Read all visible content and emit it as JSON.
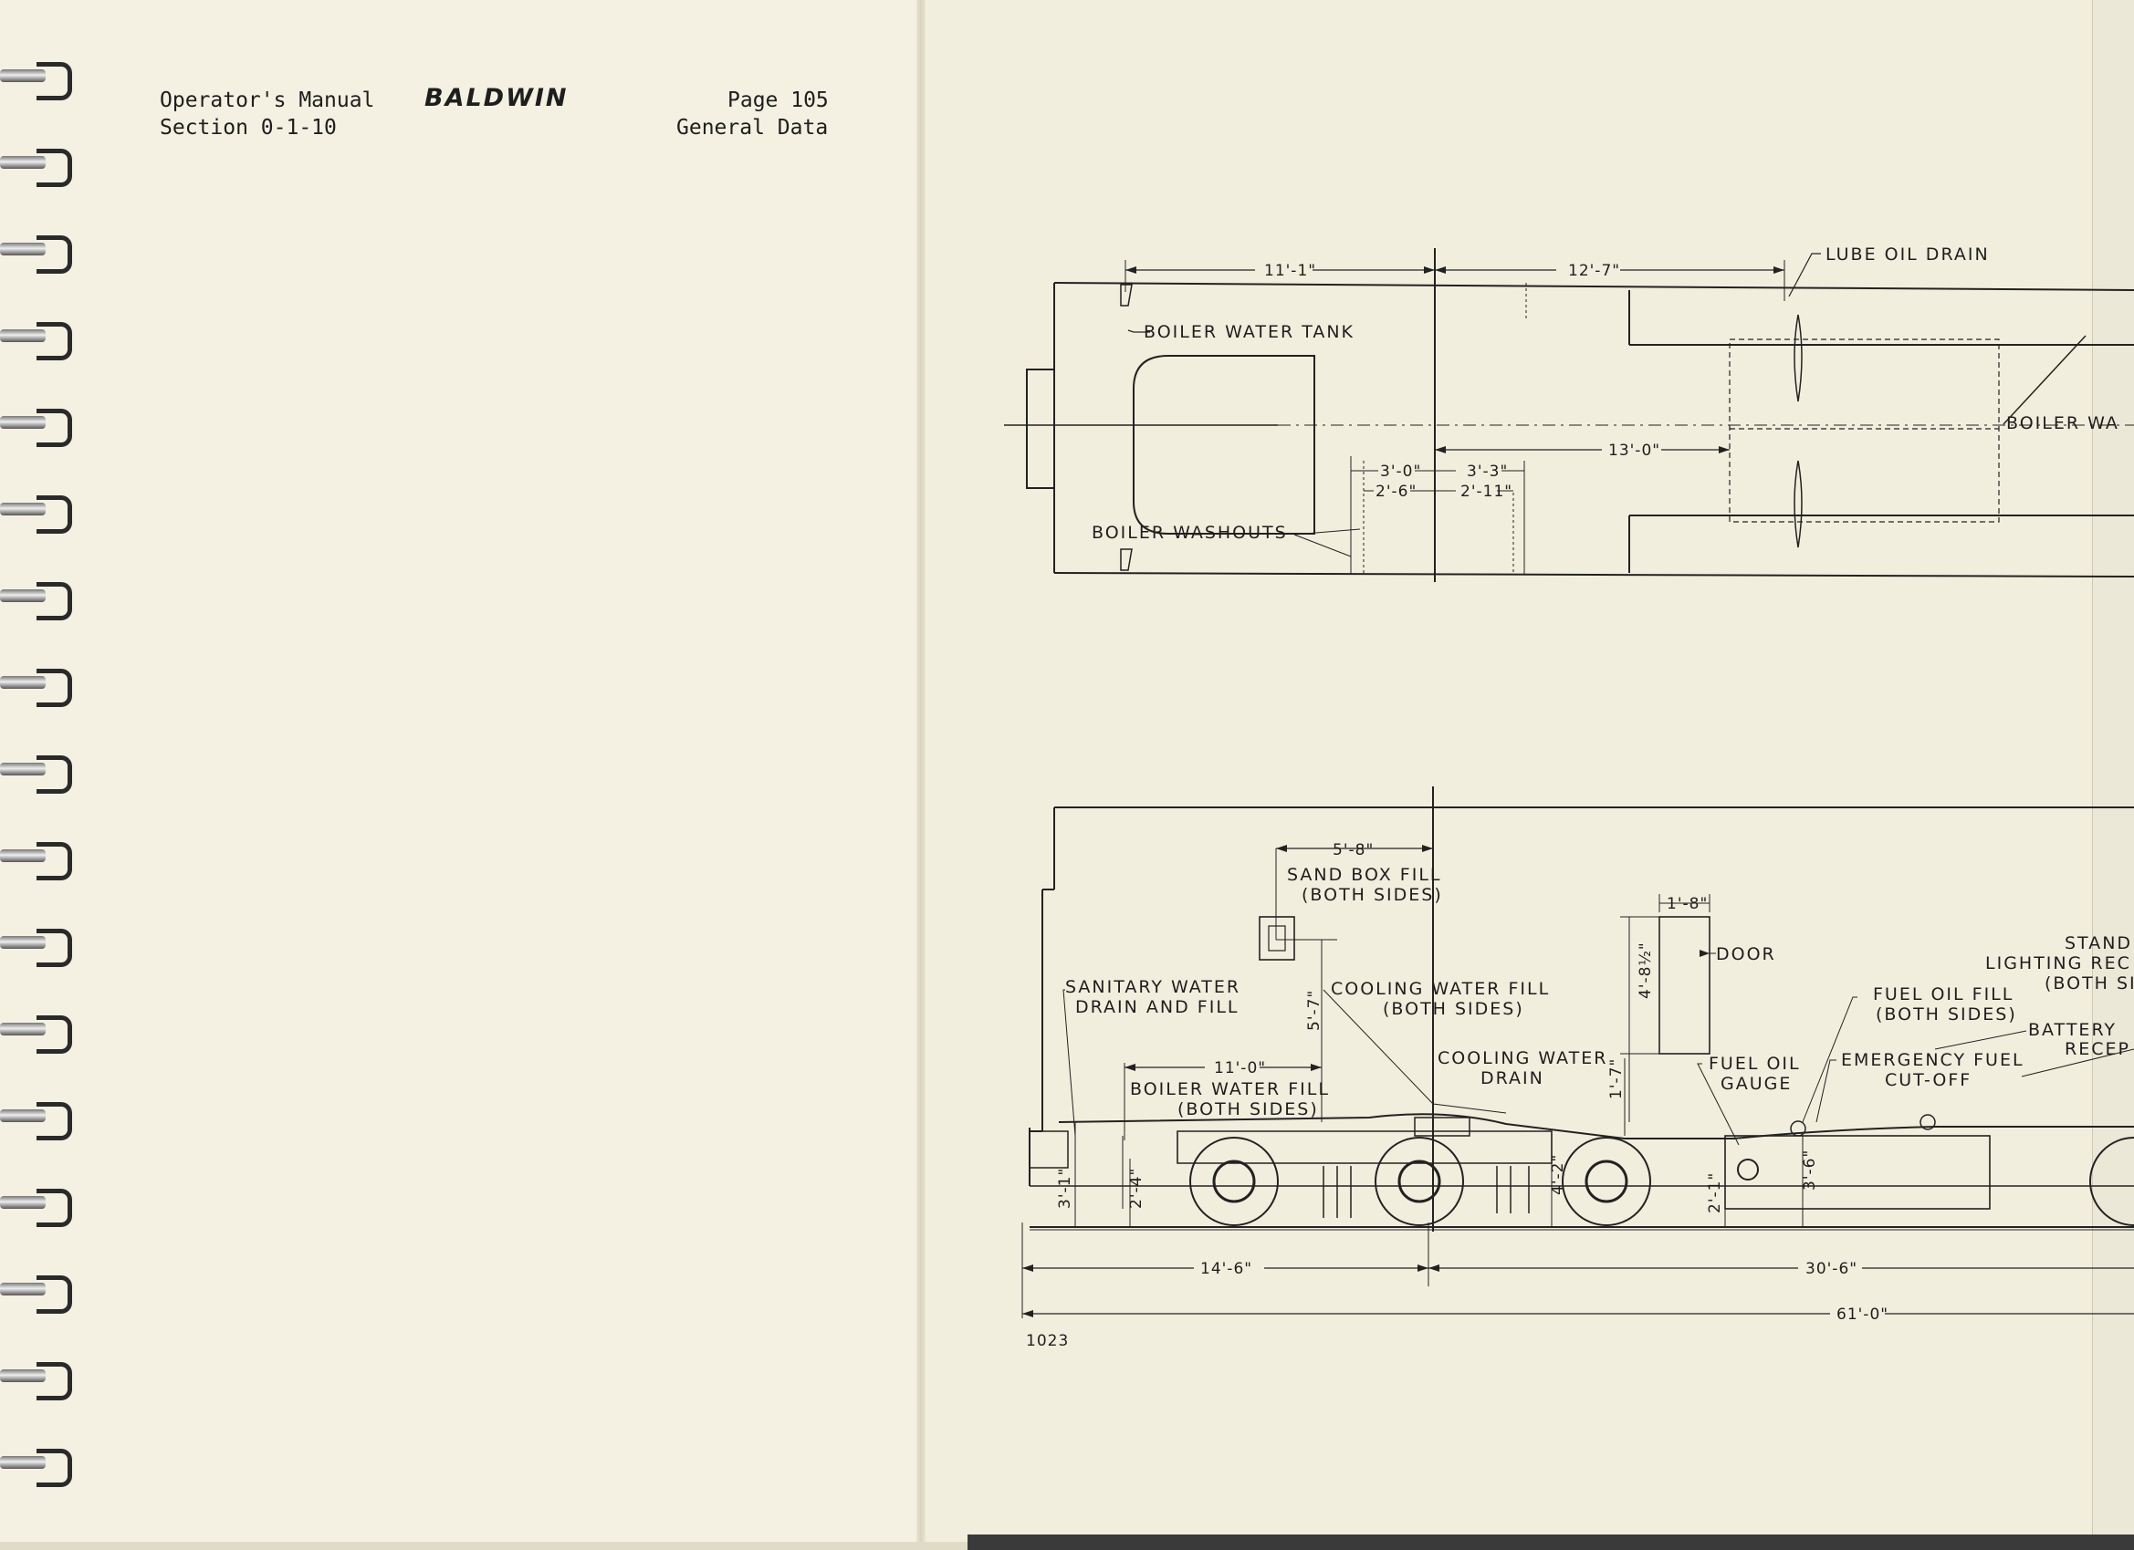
{
  "header": {
    "manual": "Operator's Manual",
    "section": "Section 0-1-10",
    "brand": "BALDWIN",
    "page": "Page 105",
    "subject": "General Data"
  },
  "drawing_number": "1023",
  "plan_view": {
    "labels": {
      "lube_oil_drain": "LUBE OIL DRAIN",
      "boiler_water_tank": "BOILER WATER TANK",
      "boiler_washouts": "BOILER WASHOUTS",
      "boiler_wa": "BOILER WA"
    },
    "dimensions": {
      "d_11_1": "11'-1\"",
      "d_12_7": "12'-7\"",
      "d_13_0": "13'-0\"",
      "d_3_0": "3'-0\"",
      "d_3_3": "3'-3\"",
      "d_2_6": "2'-6\"",
      "d_2_11": "2'-11\""
    }
  },
  "side_view": {
    "labels": {
      "sand_box_fill": "SAND BOX FILL",
      "sand_box_sides": "(BOTH SIDES)",
      "door": "DOOR",
      "stand": "STAND",
      "lighting_rec": "LIGHTING REC",
      "both_si": "(BOTH SI",
      "sanitary_water": "SANITARY WATER",
      "drain_and_fill": "DRAIN AND FILL",
      "cooling_water_fill": "COOLING WATER FILL",
      "cooling_fill_sides": "(BOTH SIDES)",
      "fuel_oil_fill": "FUEL OIL FILL",
      "fuel_fill_sides": "(BOTH SIDES)",
      "battery": "BATTERY",
      "recep": "RECEP",
      "cooling_water_drain_1": "COOLING WATER",
      "cooling_water_drain_2": "DRAIN",
      "fuel_oil_gauge_1": "FUEL OIL",
      "fuel_oil_gauge_2": "GAUGE",
      "emergency_fuel_1": "EMERGENCY FUEL",
      "emergency_fuel_2": "CUT-OFF",
      "boiler_water_fill": "BOILER WATER FILL",
      "boiler_fill_sides": "(BOTH SIDES)"
    },
    "dimensions": {
      "d_5_8": "5'-8\"",
      "d_1_8": "1'-8\"",
      "d_4_8h": "4'-8½\"",
      "d_5_7": "5'-7\"",
      "d_11_0": "11'-0\"",
      "d_1_7": "1'-7\"",
      "d_3_1": "3'-1\"",
      "d_2_4": "2'-4\"",
      "d_4_2": "4'-2\"",
      "d_2_1": "2'-1\"",
      "d_3_6": "3'-6\"",
      "d_14_6": "14'-6\"",
      "d_30_6": "30'-6\"",
      "d_61_0": "61'-0\""
    }
  }
}
